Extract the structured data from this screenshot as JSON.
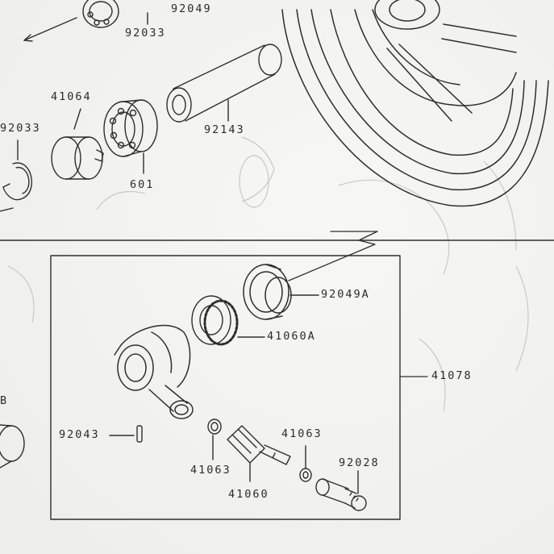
{
  "diagram": {
    "parts": {
      "p92049_top": "92049",
      "p92033_top": "92033",
      "p41064": "41064",
      "p92033_left": "92033",
      "p92143": "92143",
      "p601": "601",
      "p92049A": "92049A",
      "p41060A": "41060A",
      "p41078": "41078",
      "p92043": "92043",
      "p41063_left": "41063",
      "p41063_right": "41063",
      "p41060": "41060",
      "p92028": "92028",
      "p_b_edge": "B"
    }
  },
  "colors": {
    "ink": "#2e2e2e",
    "paper": "#f4f4f1",
    "ghost": "#c9c9c4"
  }
}
